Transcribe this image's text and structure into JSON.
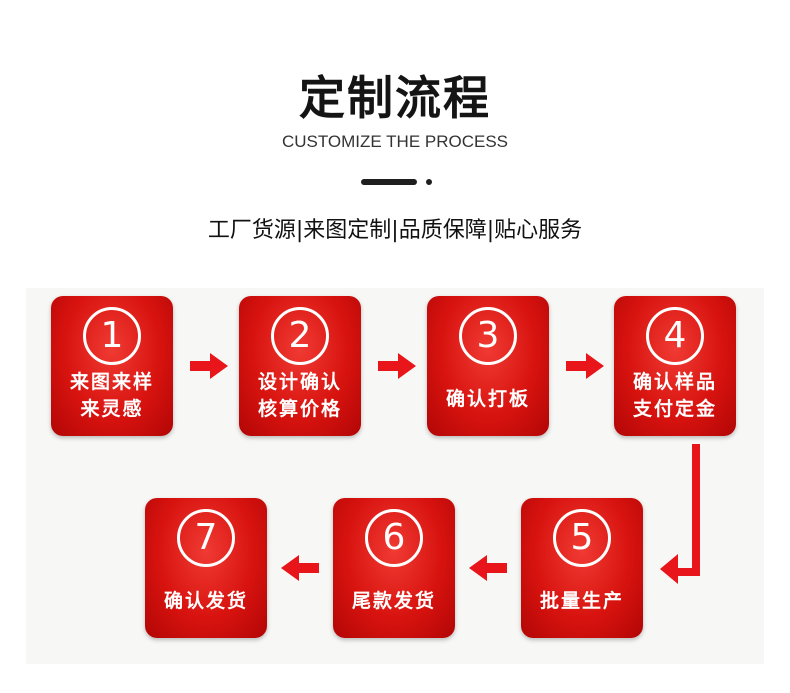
{
  "header": {
    "title": "定制流程",
    "subtitle": "CUSTOMIZE THE PROCESS",
    "tagline": "工厂货源|来图定制|品质保障|贴心服务"
  },
  "steps": [
    {
      "number": "1",
      "line1": "来图来样",
      "line2": "来灵感"
    },
    {
      "number": "2",
      "line1": "设计确认",
      "line2": "核算价格"
    },
    {
      "number": "3",
      "line1": "确认打板"
    },
    {
      "number": "4",
      "line1": "确认样品",
      "line2": "支付定金"
    },
    {
      "number": "5",
      "line1": "批量生产"
    },
    {
      "number": "6",
      "line1": "尾款发货"
    },
    {
      "number": "7",
      "line1": "确认发货"
    }
  ],
  "colors": {
    "accent": "#e01b14",
    "dark": "#141414"
  }
}
